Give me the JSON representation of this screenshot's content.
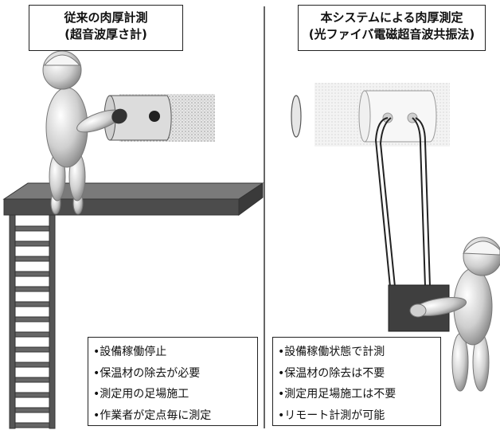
{
  "left_panel": {
    "title_line1": "従来の肉厚計測",
    "title_line2": "(超音波厚さ計)",
    "items": [
      "•設備稼働停止",
      "•保温材の除去が必要",
      "•測定用の足場施工",
      "•作業者が定点毎に測定"
    ]
  },
  "right_panel": {
    "title_line1": "本システムによる肉厚測定",
    "title_line2": "(光ファイバ電磁超音波共振法)",
    "items": [
      "•設備稼働状態で計測",
      "•保温材の除去は不要",
      "•測定用足場施工は不要",
      "•リモート計測が可能"
    ]
  },
  "colors": {
    "platform": "#5a5a5a",
    "ladder": "#555555",
    "device": "#3f3f3f",
    "divider": "#333333"
  }
}
